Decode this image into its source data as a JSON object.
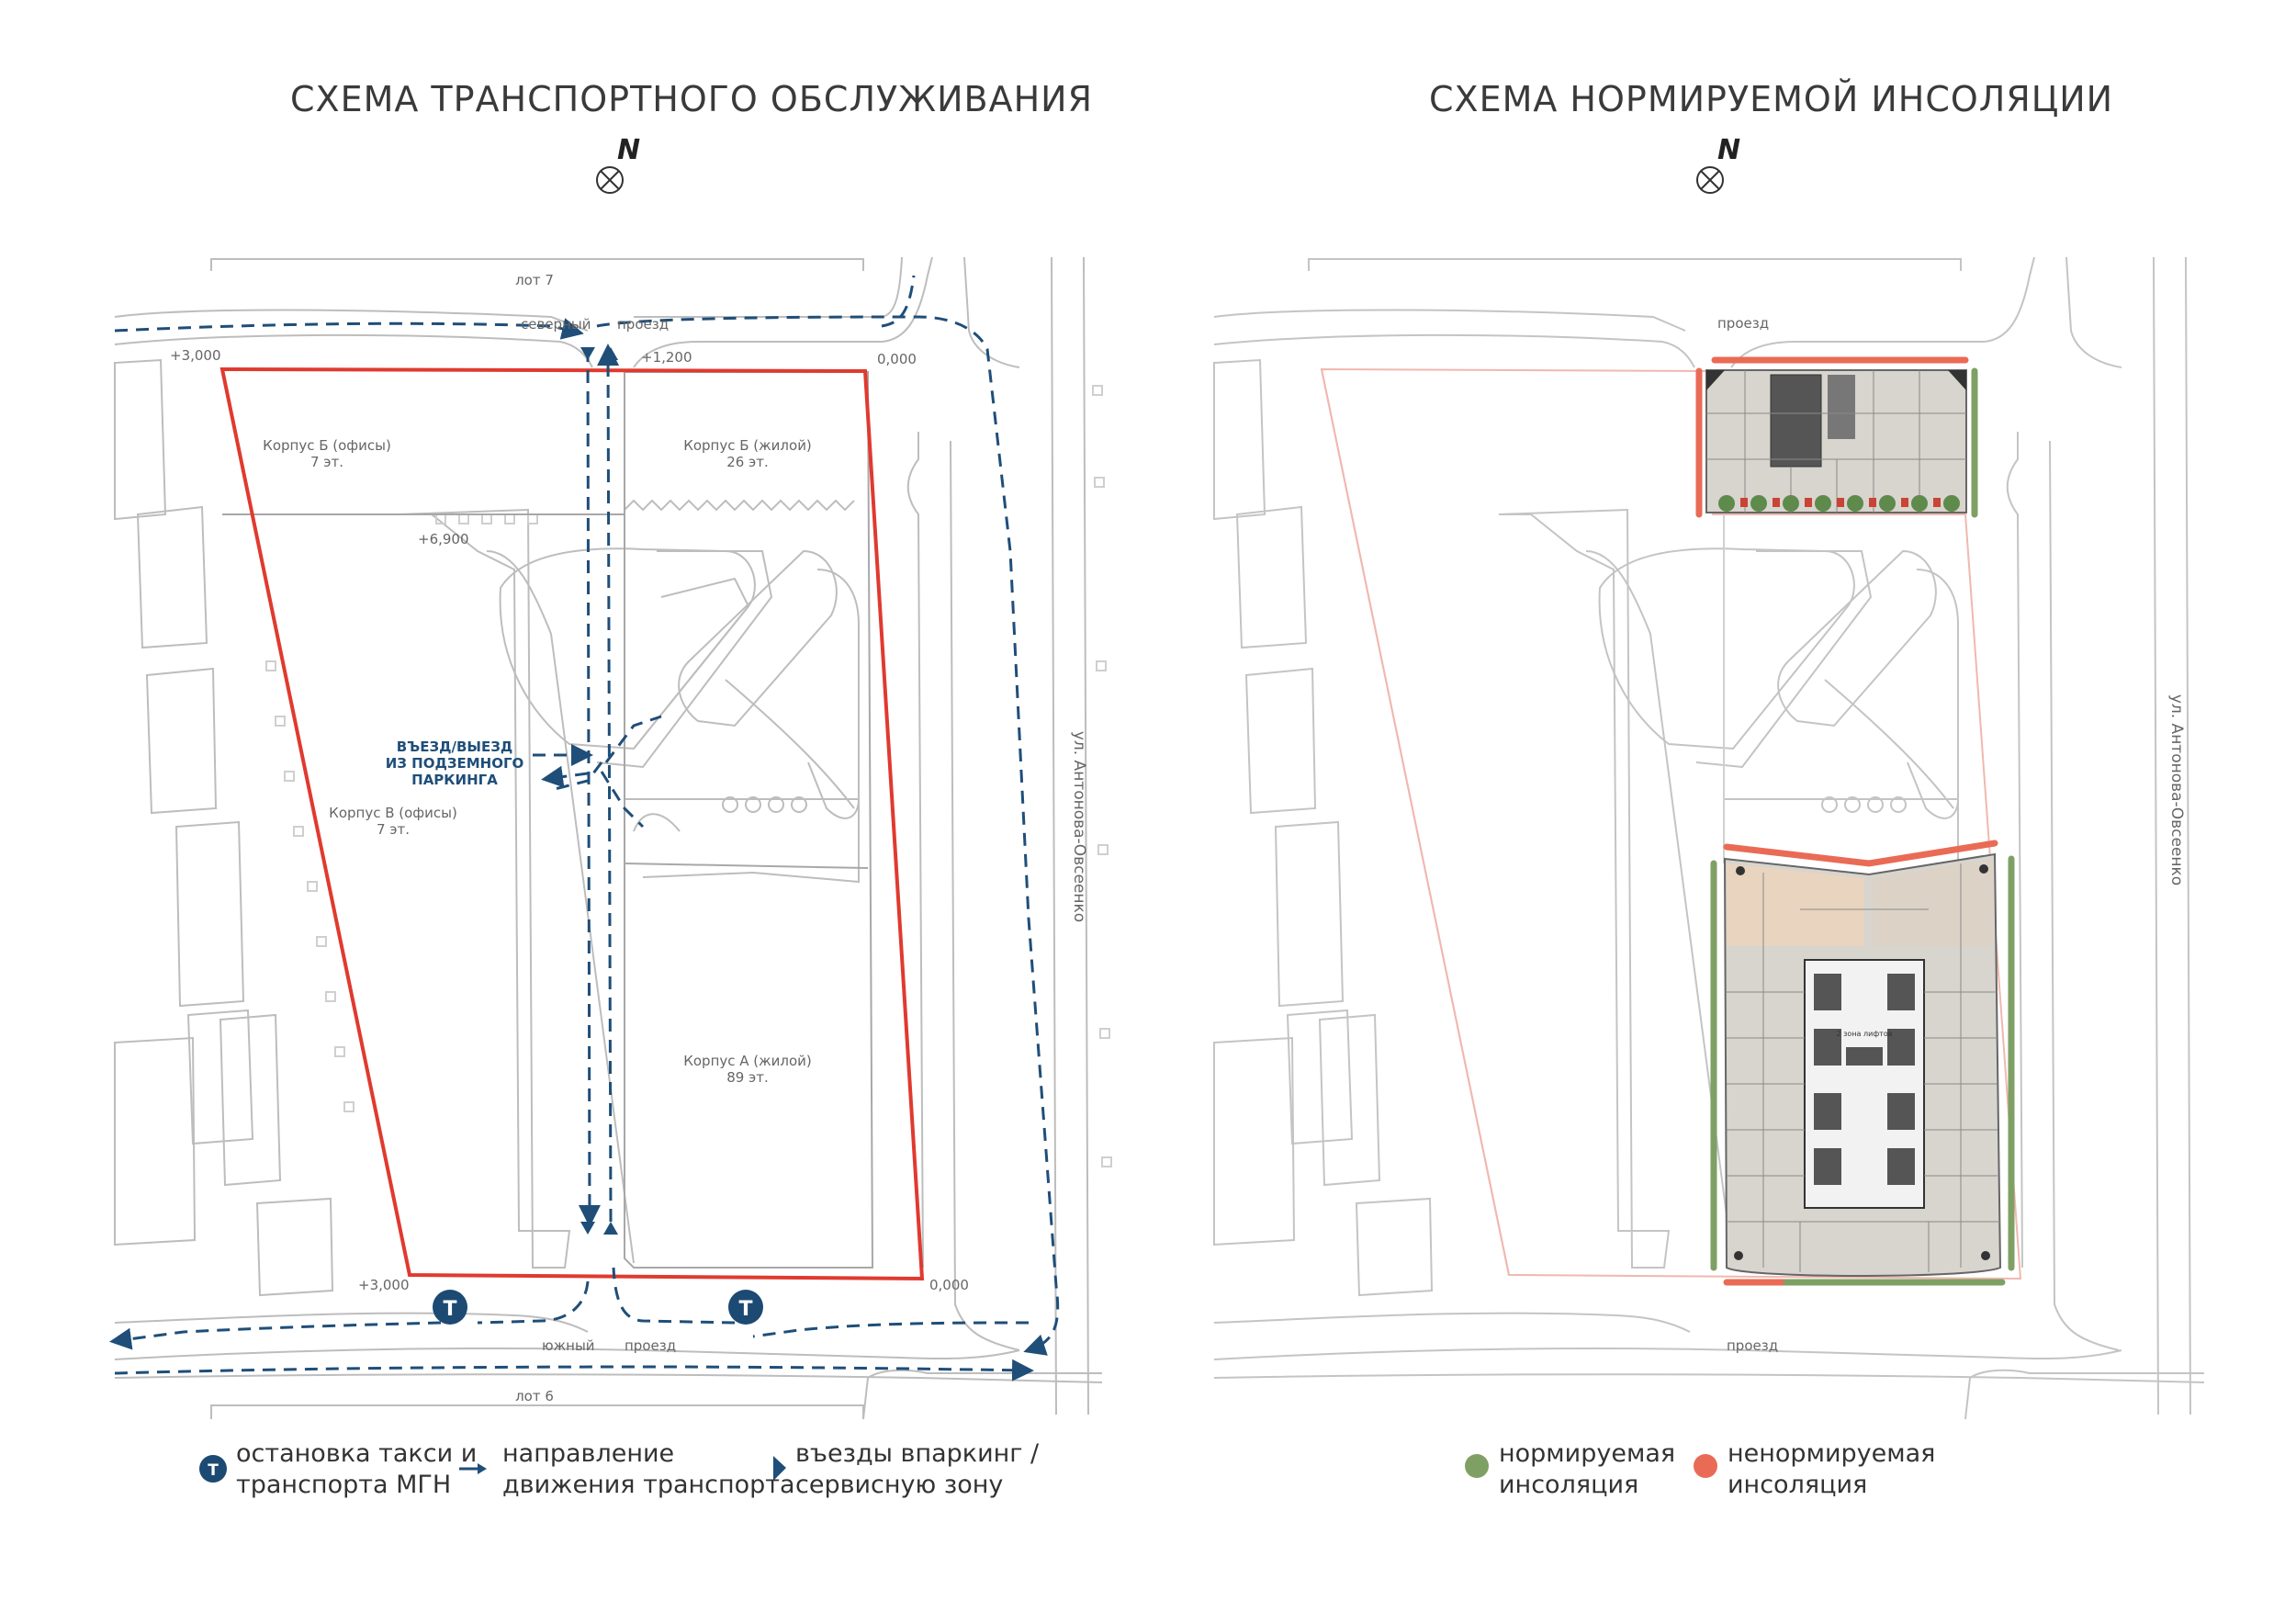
{
  "left": {
    "title": "СХЕМА ТРАНСПОРТНОГО ОБСЛУЖИВАНИЯ",
    "north": "N",
    "labels": {
      "lot_top": "лот 7",
      "lot_bottom": "лот 6",
      "north_road_a": "северный",
      "north_road_b": "проезд",
      "south_road_a": "южный",
      "south_road_b": "проезд",
      "street": "ул. Антонова-Овсеенко",
      "elev_top_left": "+3,000",
      "elev_top_mid": "+1,200",
      "elev_top_right": "0,000",
      "elev_mid": "+6,900",
      "elev_bottom_left": "+3,000",
      "elev_bottom_right": "0,000",
      "bldg_b_office_1": "Корпус Б (офисы)",
      "bldg_b_office_2": "7 эт.",
      "bldg_b_res_1": "Корпус Б (жилой)",
      "bldg_b_res_2": "26 эт.",
      "bldg_v_1": "Корпус В (офисы)",
      "bldg_v_2": "7 эт.",
      "bldg_a_1": "Корпус А (жилой)",
      "bldg_a_2": "89 эт.",
      "parking_1": "ВЪЕЗД/ВЫЕЗД",
      "parking_2": "ИЗ ПОДЗЕМНОГО",
      "parking_3": "ПАРКИНГА",
      "taxi_glyph": "Т"
    },
    "legend": {
      "taxi_1": "остановка такси и",
      "taxi_2": "транспорта МГН",
      "dir_1": "направление",
      "dir_2": "движения транспорта",
      "entry_1": "въезды впаркинг /",
      "entry_2": "сервисную зону"
    }
  },
  "right": {
    "title": "СХЕМА НОРМИРУЕМОЙ ИНСОЛЯЦИИ",
    "north": "N",
    "labels": {
      "road_top": "проезд",
      "road_bottom": "проезд",
      "street": "ул. Антонова-Овсеенко",
      "zone_note": "2 зона лифтов"
    },
    "legend": {
      "norm_1": "нормируемая",
      "norm_2": "инсоляция",
      "nonnorm_1": "ненормируемая",
      "nonnorm_2": "инсоляция"
    }
  },
  "colors": {
    "site_boundary": "#e03a2f",
    "route": "#1f4e79",
    "taxi_marker": "#1c4a72",
    "normalized": "#7fa064",
    "non_normalized": "#ea6b55",
    "plan_lines": "#b8b8b8",
    "apartment_fill": "#d6d2cb",
    "warm_fill": "#e9d4bf"
  },
  "icons": {
    "north_arrow": "compass-icon",
    "taxi": "taxi-stop-icon",
    "direction": "direction-arrow-icon",
    "entry": "entry-arrow-icon"
  }
}
